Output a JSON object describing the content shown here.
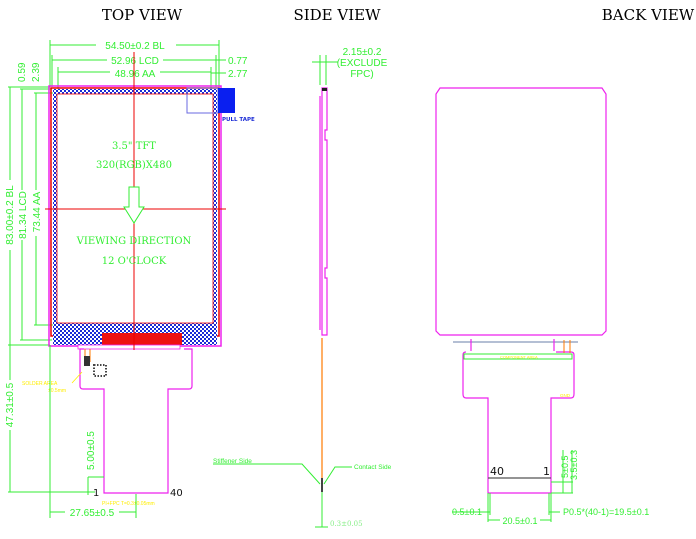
{
  "titles": {
    "top": "TOP VIEW",
    "side": "SIDE VIEW",
    "back": "BACK VIEW"
  },
  "top_view": {
    "dim_bl_width": "54.50±0.2  BL",
    "dim_lcd_width": "52.96  LCD",
    "dim_aa_width": "48.96  AA",
    "dim_right_lcd": "0.77",
    "dim_right_aa": "2.77",
    "dim_top_lcd": "0.59",
    "dim_top_aa": "2.39",
    "dim_bl_height": "83.00±0.2  BL",
    "dim_lcd_height": "81.34  LCD",
    "dim_aa_height": "73.44  AA",
    "dim_fpc_length": "47.31±0.5",
    "dim_fpc_stiffener": "5.00±0.5",
    "dim_fpc_offset": "27.65±0.5",
    "pull_tape": "PULL TAPE",
    "size_label": "3.5\" TFT",
    "resolution_label": "320(RGB)X480",
    "viewing_direction": "VIEWING DIRECTION",
    "viewing_clock": "12 O'CLOCK",
    "solder_area": "SOLDER  AREA",
    "solder_tol": "±0.5mm",
    "fpc_thickness": "PI+FPC  T=0.3±0.05mm",
    "pin_first": "1",
    "pin_last": "40"
  },
  "side_view": {
    "dim_thickness": "2.15±0.2",
    "dim_note_1": "(EXCLUDE",
    "dim_note_2": "FPC)",
    "stiffener_side": "Stiffener Side",
    "contact_side": "Contact Side",
    "fpc_thickness": "0.3±0.05"
  },
  "back_view": {
    "component_area": "COMPONENT AREA",
    "gnd": "GND",
    "pin_first": "1",
    "pin_last": "40",
    "dim_contact_len": "5±0.5",
    "dim_stiff_len": "3.5±0.3",
    "dim_edge": "0.5±0.1",
    "dim_width": "20.5±0.1",
    "dim_pitch": "P0.5*(40-1)=19.5±0.1"
  },
  "colors": {
    "dimension": "#33ee33",
    "outline": "#ee22ee",
    "center": "#ee0000",
    "border": "#1a2bd6",
    "note": "#ffee00"
  }
}
